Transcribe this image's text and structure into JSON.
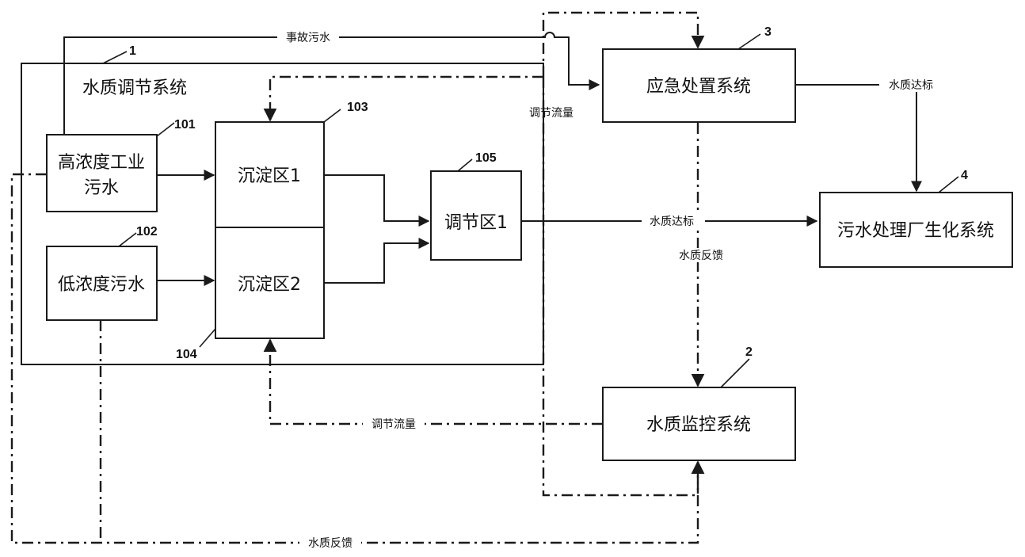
{
  "blocks": {
    "regulation_system": "水质调节系统",
    "high_conc": [
      "高浓度工业",
      "污水"
    ],
    "low_conc": "低浓度污水",
    "sed1": "沉淀区1",
    "sed2": "沉淀区2",
    "adjust1": "调节区1",
    "emergency": "应急处置系统",
    "wwtp": "污水处理厂生化系统",
    "monitor": "水质监控系统"
  },
  "labels": {
    "accident": "事故污水",
    "adjust_flow_top": "调节流量",
    "adjust_flow_bottom": "调节流量",
    "quality_ok_top": "水质达标",
    "quality_ok_mid": "水质达标",
    "feedback_mid": "水质反馈",
    "feedback_bottom": "水质反馈"
  },
  "numbers": {
    "n1": "1",
    "n2": "2",
    "n3": "3",
    "n4": "4",
    "n101": "101",
    "n102": "102",
    "n103": "103",
    "n104": "104",
    "n105": "105"
  }
}
